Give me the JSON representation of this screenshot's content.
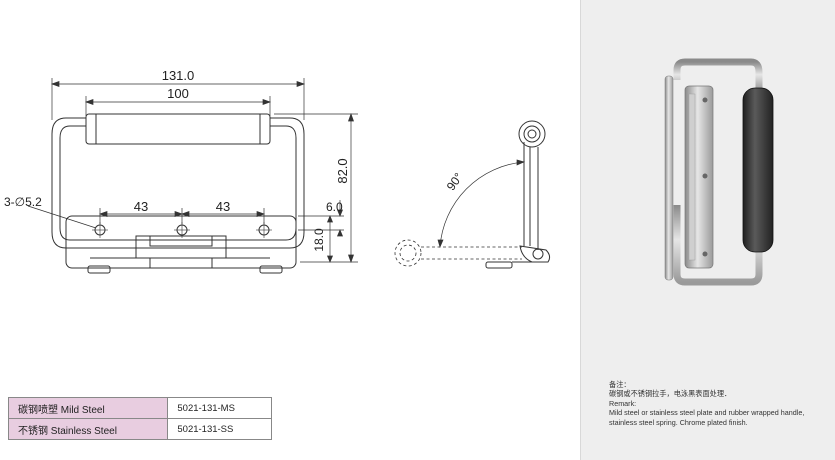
{
  "dimensions": {
    "overall_width": "131.0",
    "grip_length": "100",
    "height": "82.0",
    "hole_spacing_left": "43",
    "hole_spacing_right": "43",
    "hole_callout": "3-∅5.2",
    "plate_offset": "6.0",
    "plate_height": "18.0",
    "rotation_angle": "90°"
  },
  "table": {
    "rows": [
      {
        "material": "碳钢喷塑  Mild Steel",
        "code": "5021-131-MS"
      },
      {
        "material": "不锈钢 Stainless Steel",
        "code": "5021-131-SS"
      }
    ]
  },
  "remarks": {
    "label_cn": "备注：",
    "text_cn": "碳钢或不锈钢拉手，电泳黑表面处理．",
    "label_en": "Remark:",
    "text_en_1": "Mild steel or stainless steel plate and rubber wrapped handle,",
    "text_en_2": "stainless steel spring. Chrome plated finish."
  },
  "colors": {
    "line": "#333333",
    "material_cell": "#e8cde0",
    "panel_background": "#eeeeee"
  }
}
